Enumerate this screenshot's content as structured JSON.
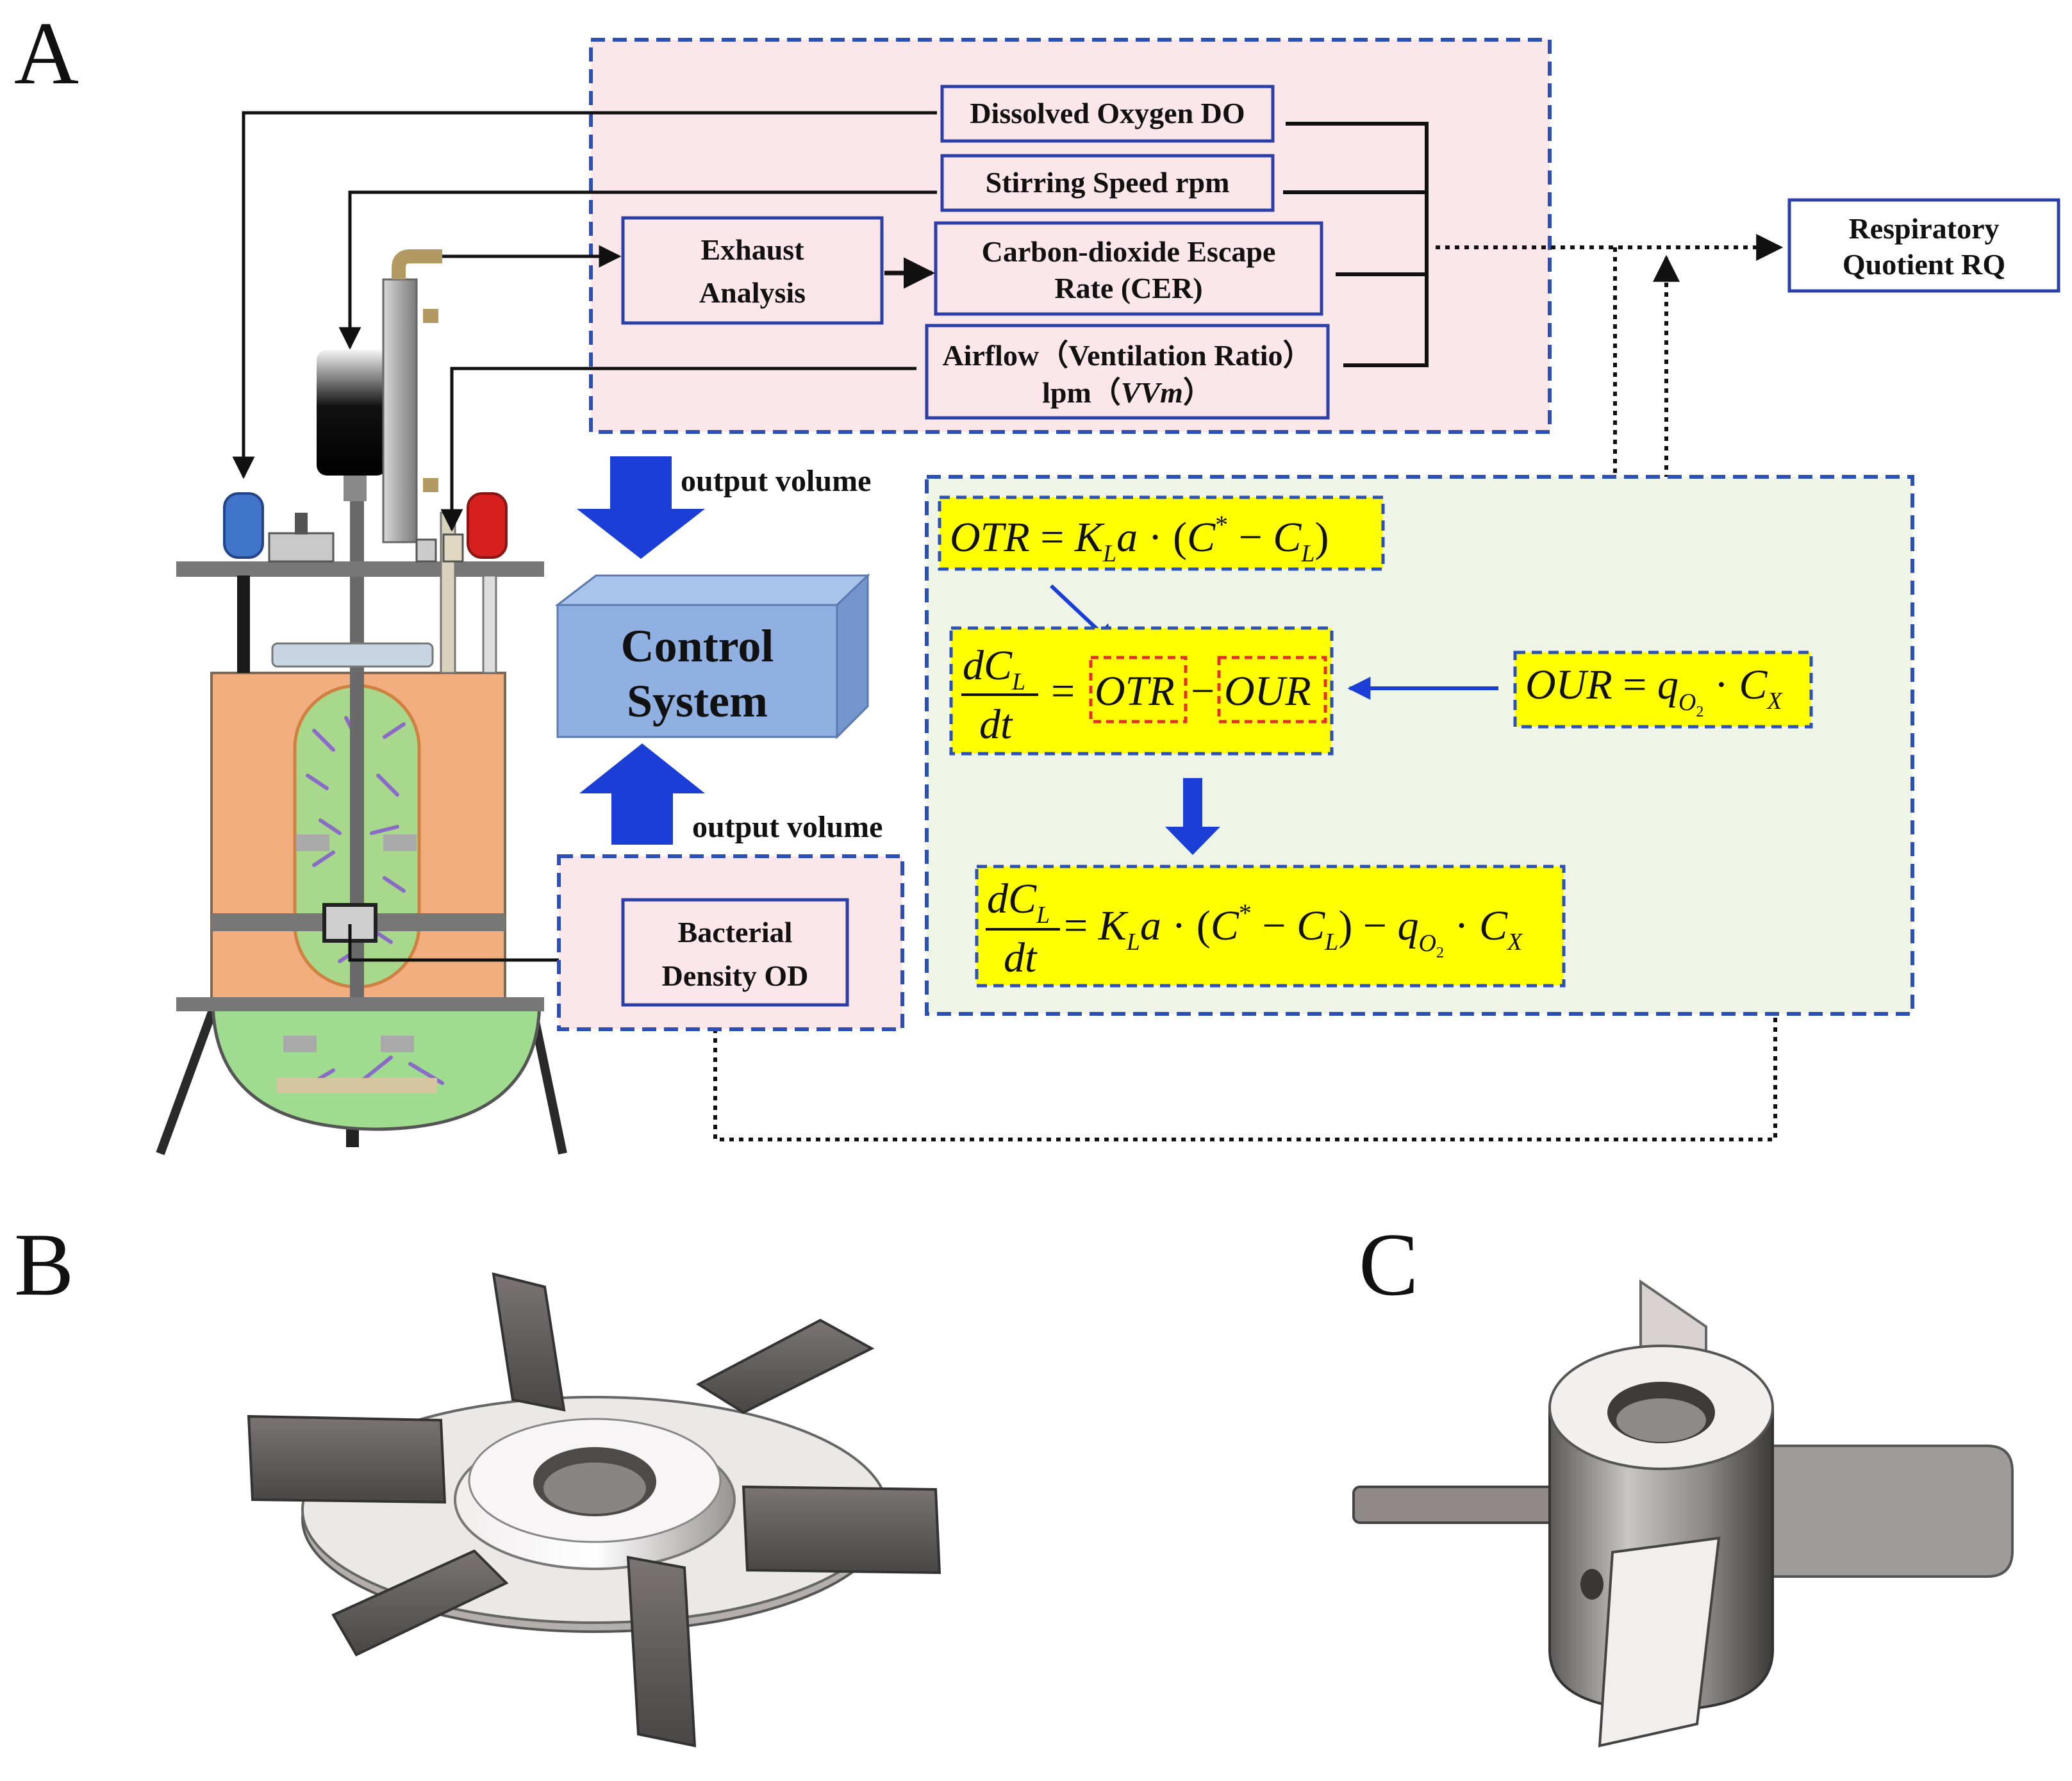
{
  "panels": {
    "a": "A",
    "b": "B",
    "c": "C"
  },
  "measurements": {
    "dissolved_oxygen": "Dissolved Oxygen DO",
    "stirring_speed": "Stirring Speed rpm",
    "exhaust_line1": "Exhaust",
    "exhaust_line2": "Analysis",
    "cer_line1": "Carbon-dioxide Escape",
    "cer_line2": "Rate (CER)",
    "airflow_line1": "Airflow（Ventilation Ratio）",
    "airflow_line2_a": "lpm（",
    "airflow_line2_b": "VVm",
    "airflow_line2_c": "）",
    "rq_line1": "Respiratory",
    "rq_line2": "Quotient RQ",
    "od_line1": "Bacterial",
    "od_line2": "Density OD"
  },
  "control": {
    "line1": "Control",
    "line2": "System",
    "output_top": "output volume",
    "output_bottom": "output volume"
  },
  "equations": {
    "otr": {
      "lhs": "OTR",
      "eq": " = ",
      "k": "K",
      "k_sub": "L",
      "a": "a",
      "dot": " · (",
      "c": "C",
      "c_sup": "*",
      "minus": " − ",
      "cl": "C",
      "cl_sub": "L",
      "close": ")"
    },
    "balance": {
      "num_d": "dC",
      "num_sub": "L",
      "den": "dt",
      "eq": "=",
      "otr": "OTR",
      "minus": "−",
      "our": "OUR"
    },
    "our": {
      "lhs": "OUR",
      "eq": " = ",
      "q": "q",
      "q_sub": "O",
      "q_sub2": "2",
      "dot": " · ",
      "c": "C",
      "c_sub": "X"
    },
    "final": {
      "num_d": "dC",
      "num_sub": "L",
      "den": "dt",
      "eq": " = ",
      "k": "K",
      "k_sub": "L",
      "a": "a",
      "dot": " · (",
      "c": "C",
      "c_sup": "*",
      "minus": " − ",
      "cl": "C",
      "cl_sub": "L",
      "close": ") − ",
      "q": "q",
      "q_sub": "O",
      "q_sub2": "2",
      "dot2": " · ",
      "cx": "C",
      "cx_sub": "X"
    }
  },
  "colors": {
    "pink_panel": "#fbe6ea",
    "green_panel": "#eef4e6",
    "dash_blue": "#2c4fb8",
    "box_blue": "#2b3fa8",
    "eq_yellow": "#ffff00",
    "red_dash": "#e03030",
    "arrow_blue": "#1b3fd6",
    "control_blue": "#8fb0e0",
    "vessel_orange": "#f2ae7e",
    "vessel_green": "#9fdc90",
    "metal_gray": "#bdbdbd"
  },
  "icons": [
    "bioreactor-icon",
    "rushton-impeller-icon",
    "paddle-impeller-icon"
  ]
}
